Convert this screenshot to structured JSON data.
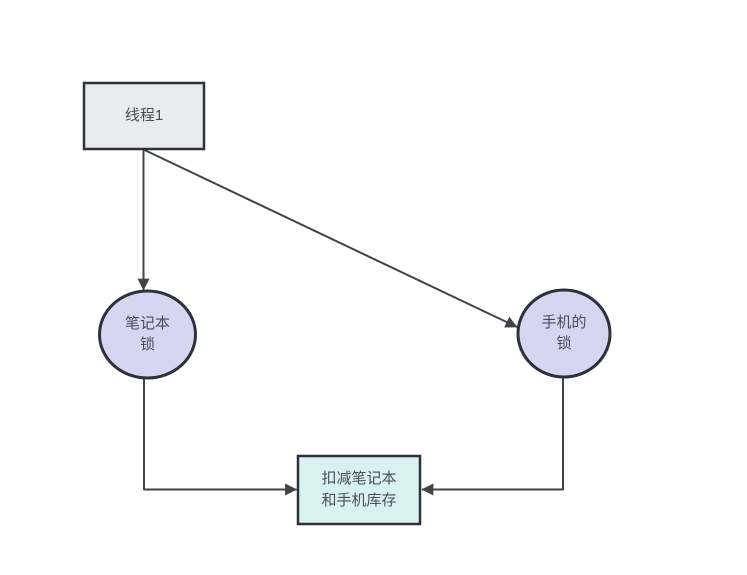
{
  "colors": {
    "background": "#ffffff",
    "node_border": "#2c313a",
    "edge": "#40444a",
    "text": "#484e59"
  },
  "nodes": {
    "thread1": {
      "label": "线程1",
      "fill": "#e9ebee"
    },
    "notebook_lock": {
      "line1": "笔记本",
      "line2": "锁",
      "fill": "#d6d6f3"
    },
    "phone_lock": {
      "line1": "手机的",
      "line2": "锁",
      "fill": "#d6d6f3"
    },
    "deduct_inventory": {
      "line1": "扣减笔记本",
      "line2": "和手机库存",
      "fill": "#daf1f2"
    }
  },
  "edges": [
    {
      "from": "线程1",
      "to": "笔记本锁",
      "style": "straight-down-arrow"
    },
    {
      "from": "线程1",
      "to": "手机的锁",
      "style": "diagonal-arrow"
    },
    {
      "from": "笔记本锁",
      "to": "扣减笔记本和手机库存",
      "style": "elbow-arrow"
    },
    {
      "from": "手机的锁",
      "to": "扣减笔记本和手机库存",
      "style": "elbow-arrow"
    }
  ]
}
